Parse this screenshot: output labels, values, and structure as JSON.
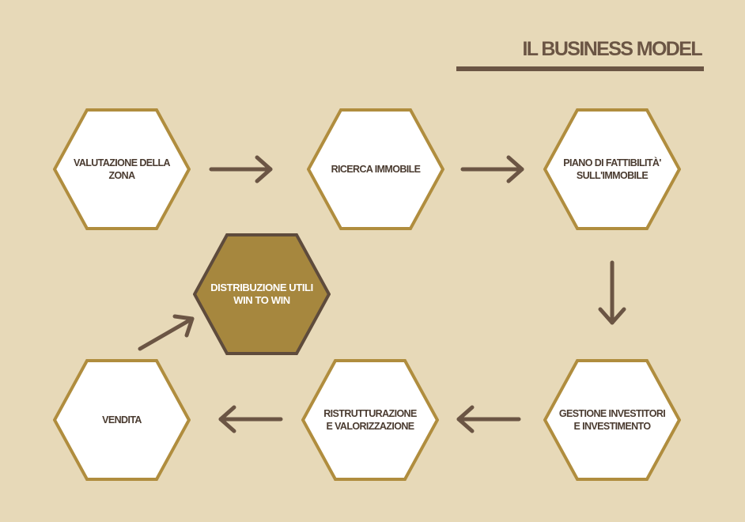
{
  "title": "IL BUSINESS MODEL",
  "colors": {
    "background": "#e7d9b8",
    "hex_border": "#b08d3e",
    "hex_fill": "#ffffff",
    "featured_fill": "#a6873e",
    "featured_border": "#5e4b3c",
    "arrow": "#6b5544",
    "title": "#6b5544"
  },
  "steps": [
    {
      "label": "VALUTAZIONE DELLA\nZONA"
    },
    {
      "label": "RICERCA IMMOBILE"
    },
    {
      "label": "PIANO DI FATTIBILITÀ'\nSULL'IMMOBILE"
    },
    {
      "label": "GESTIONE INVESTITORI\nE INVESTIMENTO"
    },
    {
      "label": "RISTRUTTURAZIONE\nE VALORIZZAZIONE"
    },
    {
      "label": "VENDITA"
    },
    {
      "label": "DISTRIBUZIONE UTILI\nWIN TO WIN",
      "featured": true
    }
  ]
}
